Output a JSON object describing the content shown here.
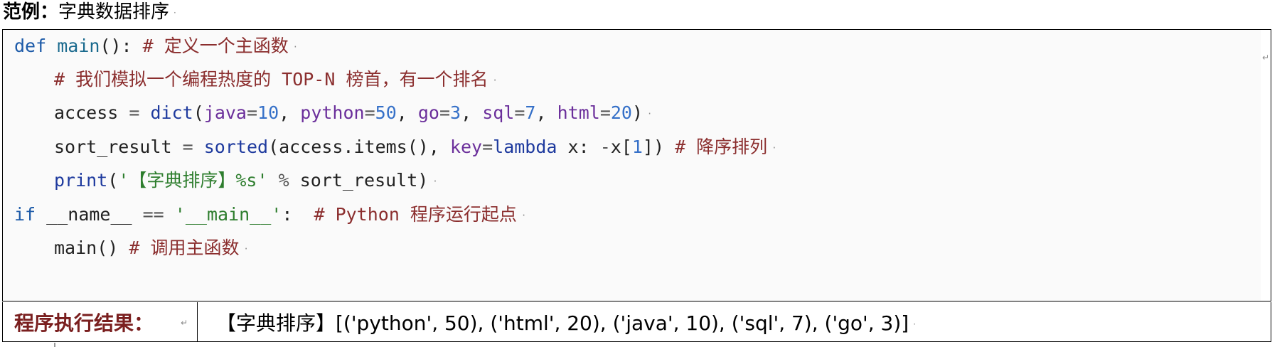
{
  "title": {
    "prefix": "范例：",
    "text": "字典数据排序"
  },
  "marks": {
    "para": "↵",
    "line": "·"
  },
  "code": {
    "lines": [
      {
        "tokens": [
          {
            "t": "def",
            "c": "kw"
          },
          {
            "t": " ",
            "c": ""
          },
          {
            "t": "main",
            "c": "fn"
          },
          {
            "t": "(): ",
            "c": ""
          },
          {
            "t": "# 定义一个主函数",
            "c": "cm"
          }
        ]
      },
      {
        "tokens": [
          {
            "t": "# 我们模拟一个编程热度的 TOP-N 榜首，有一个排名",
            "c": "cm"
          }
        ]
      },
      {
        "tokens": [
          {
            "t": "access ",
            "c": ""
          },
          {
            "t": "=",
            "c": "op"
          },
          {
            "t": " ",
            "c": ""
          },
          {
            "t": "dict",
            "c": "bi"
          },
          {
            "t": "(",
            "c": ""
          },
          {
            "t": "java",
            "c": "pa"
          },
          {
            "t": "=",
            "c": "op"
          },
          {
            "t": "10",
            "c": "nu"
          },
          {
            "t": ", ",
            "c": ""
          },
          {
            "t": "python",
            "c": "pa"
          },
          {
            "t": "=",
            "c": "op"
          },
          {
            "t": "50",
            "c": "nu"
          },
          {
            "t": ", ",
            "c": ""
          },
          {
            "t": "go",
            "c": "pa"
          },
          {
            "t": "=",
            "c": "op"
          },
          {
            "t": "3",
            "c": "nu"
          },
          {
            "t": ", ",
            "c": ""
          },
          {
            "t": "sql",
            "c": "pa"
          },
          {
            "t": "=",
            "c": "op"
          },
          {
            "t": "7",
            "c": "nu"
          },
          {
            "t": ", ",
            "c": ""
          },
          {
            "t": "html",
            "c": "pa"
          },
          {
            "t": "=",
            "c": "op"
          },
          {
            "t": "20",
            "c": "nu"
          },
          {
            "t": ")",
            "c": ""
          }
        ]
      },
      {
        "tokens": [
          {
            "t": "sort_result ",
            "c": ""
          },
          {
            "t": "=",
            "c": "op"
          },
          {
            "t": " ",
            "c": ""
          },
          {
            "t": "sorted",
            "c": "bi"
          },
          {
            "t": "(access.items(), ",
            "c": ""
          },
          {
            "t": "key",
            "c": "pa"
          },
          {
            "t": "=",
            "c": "op"
          },
          {
            "t": "lambda",
            "c": "bi"
          },
          {
            "t": " x: ",
            "c": ""
          },
          {
            "t": "-",
            "c": "op"
          },
          {
            "t": "x[",
            "c": ""
          },
          {
            "t": "1",
            "c": "nu"
          },
          {
            "t": "]) ",
            "c": ""
          },
          {
            "t": "# 降序排列",
            "c": "cm"
          }
        ]
      },
      {
        "tokens": [
          {
            "t": "print",
            "c": "bi"
          },
          {
            "t": "(",
            "c": ""
          },
          {
            "t": "'【字典排序】%s'",
            "c": "st"
          },
          {
            "t": " ",
            "c": ""
          },
          {
            "t": "%",
            "c": "op"
          },
          {
            "t": " sort_result)",
            "c": ""
          }
        ]
      },
      {
        "tokens": [
          {
            "t": "if",
            "c": "kw"
          },
          {
            "t": " __name__ ",
            "c": ""
          },
          {
            "t": "==",
            "c": "op"
          },
          {
            "t": " ",
            "c": ""
          },
          {
            "t": "'__main__'",
            "c": "st"
          },
          {
            "t": ":  ",
            "c": ""
          },
          {
            "t": "# Python 程序运行起点",
            "c": "cm"
          }
        ]
      },
      {
        "tokens": [
          {
            "t": "main() ",
            "c": ""
          },
          {
            "t": "# 调用主函数",
            "c": "cm"
          }
        ]
      }
    ]
  },
  "result": {
    "label": "程序执行结果：",
    "value": "【字典排序】[('python', 50), ('html', 20), ('java', 10), ('sql', 7), ('go', 3)]"
  }
}
